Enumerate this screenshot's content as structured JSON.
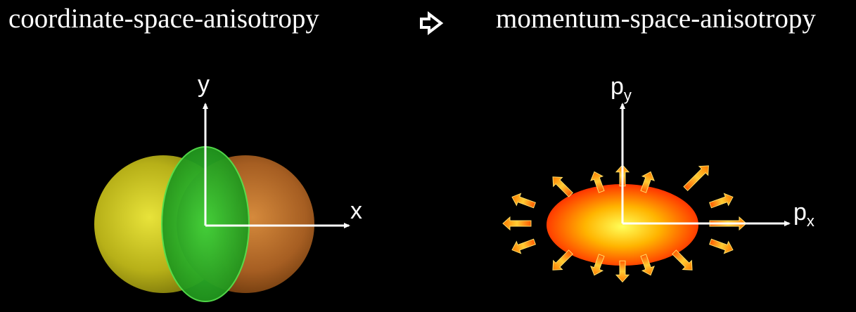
{
  "titles": {
    "left": "coordinate-space-anisotropy",
    "right": "momentum-space-anisotropy"
  },
  "transition_icon": "outline-right-arrow-icon",
  "left_panel": {
    "axis_x_label": "x",
    "axis_y_label": "y"
  },
  "right_panel": {
    "axis_x_label": "p",
    "axis_x_subscript": "x",
    "axis_y_label": "p",
    "axis_y_subscript": "y"
  },
  "colors": {
    "background": "#000000",
    "left_nucleus": "#b9b417",
    "right_nucleus": "#b86a2a",
    "overlap_region": "#2fc12a",
    "fireball_center": "#ffff40",
    "fireball_edge": "#ff2a00",
    "axes": "#ffffff"
  }
}
